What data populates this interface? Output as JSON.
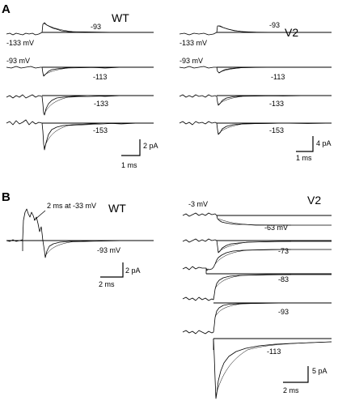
{
  "panel_a": {
    "letter": "A",
    "wt": {
      "title": "WT",
      "labels": [
        "-93",
        "-133 mV",
        "-93 mV",
        "-113",
        "-133",
        "-153"
      ],
      "scale_y": "2 pA",
      "scale_x": "1 ms"
    },
    "v2": {
      "title": "V2",
      "labels": [
        "-93",
        "-133 mV",
        "-93 mV",
        "-113",
        "-133",
        "-153"
      ],
      "scale_y": "4 pA",
      "scale_x": "1 ms"
    }
  },
  "panel_b": {
    "letter": "B",
    "wt": {
      "title": "WT",
      "annotation": "2 ms at -33 mV",
      "label": "-93 mV",
      "scale_y": "2 pA",
      "scale_x": "2 ms"
    },
    "v2": {
      "title": "V2",
      "labels": [
        "-3 mV",
        "-63 mV",
        "-73",
        "-83",
        "-93",
        "-113"
      ],
      "scale_y": "5 pA",
      "scale_x": "2 ms"
    }
  }
}
